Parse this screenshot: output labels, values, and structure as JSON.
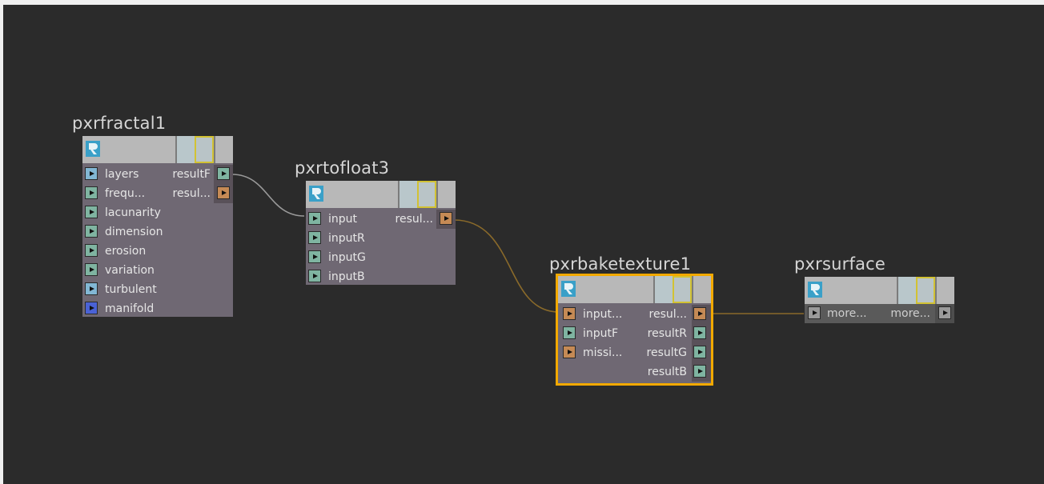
{
  "colors": {
    "background": "#2b2b2b",
    "node_body": "#6f6873",
    "node_header": "#b8b8b8",
    "selection": "#f2a900",
    "wire_float": "#9a9a9a",
    "wire_struct": "#8a6a2a",
    "port_float": "#7fb4a1",
    "port_color": "#82b7d4",
    "port_normal": "#4a62d6",
    "port_struct": "#c58a55"
  },
  "nodes": {
    "pxrfractal1": {
      "title": "pxrfractal1",
      "logo": "renderman-icon",
      "inputs": [
        {
          "label": "layers",
          "type": "color"
        },
        {
          "label": "frequ...",
          "type": "float"
        },
        {
          "label": "lacunarity",
          "type": "float"
        },
        {
          "label": "dimension",
          "type": "float"
        },
        {
          "label": "erosion",
          "type": "float"
        },
        {
          "label": "variation",
          "type": "float"
        },
        {
          "label": "turbulent",
          "type": "color"
        },
        {
          "label": "manifold",
          "type": "normal"
        }
      ],
      "outputs": [
        {
          "label": "resultF",
          "type": "float"
        },
        {
          "label": "resul...",
          "type": "struct"
        }
      ]
    },
    "pxrtofloat3": {
      "title": "pxrtofloat3",
      "logo": "renderman-icon",
      "inputs": [
        {
          "label": "input",
          "type": "float"
        },
        {
          "label": "inputR",
          "type": "float"
        },
        {
          "label": "inputG",
          "type": "float"
        },
        {
          "label": "inputB",
          "type": "float"
        }
      ],
      "outputs": [
        {
          "label": "resul...",
          "type": "struct"
        }
      ]
    },
    "pxrbaketexture1": {
      "title": "pxrbaketexture1",
      "logo": "renderman-icon",
      "selected": true,
      "inputs": [
        {
          "label": "input...",
          "type": "struct"
        },
        {
          "label": "inputF",
          "type": "float"
        },
        {
          "label": "missi...",
          "type": "struct"
        }
      ],
      "outputs": [
        {
          "label": "resul...",
          "type": "struct"
        },
        {
          "label": "resultR",
          "type": "float"
        },
        {
          "label": "resultG",
          "type": "float"
        },
        {
          "label": "resultB",
          "type": "float"
        }
      ]
    },
    "pxrsurface": {
      "title": "pxrsurface",
      "logo": "renderman-icon",
      "inputs": [
        {
          "label": "more...",
          "type": "gray"
        }
      ],
      "outputs": [
        {
          "label": "more...",
          "type": "gray"
        }
      ]
    }
  },
  "connections": [
    {
      "from": "pxrfractal1.resultF",
      "to": "pxrtofloat3.input"
    },
    {
      "from": "pxrtofloat3.resul...",
      "to": "pxrbaketexture1.input..."
    },
    {
      "from": "pxrbaketexture1.resul...",
      "to": "pxrsurface.more..."
    }
  ]
}
